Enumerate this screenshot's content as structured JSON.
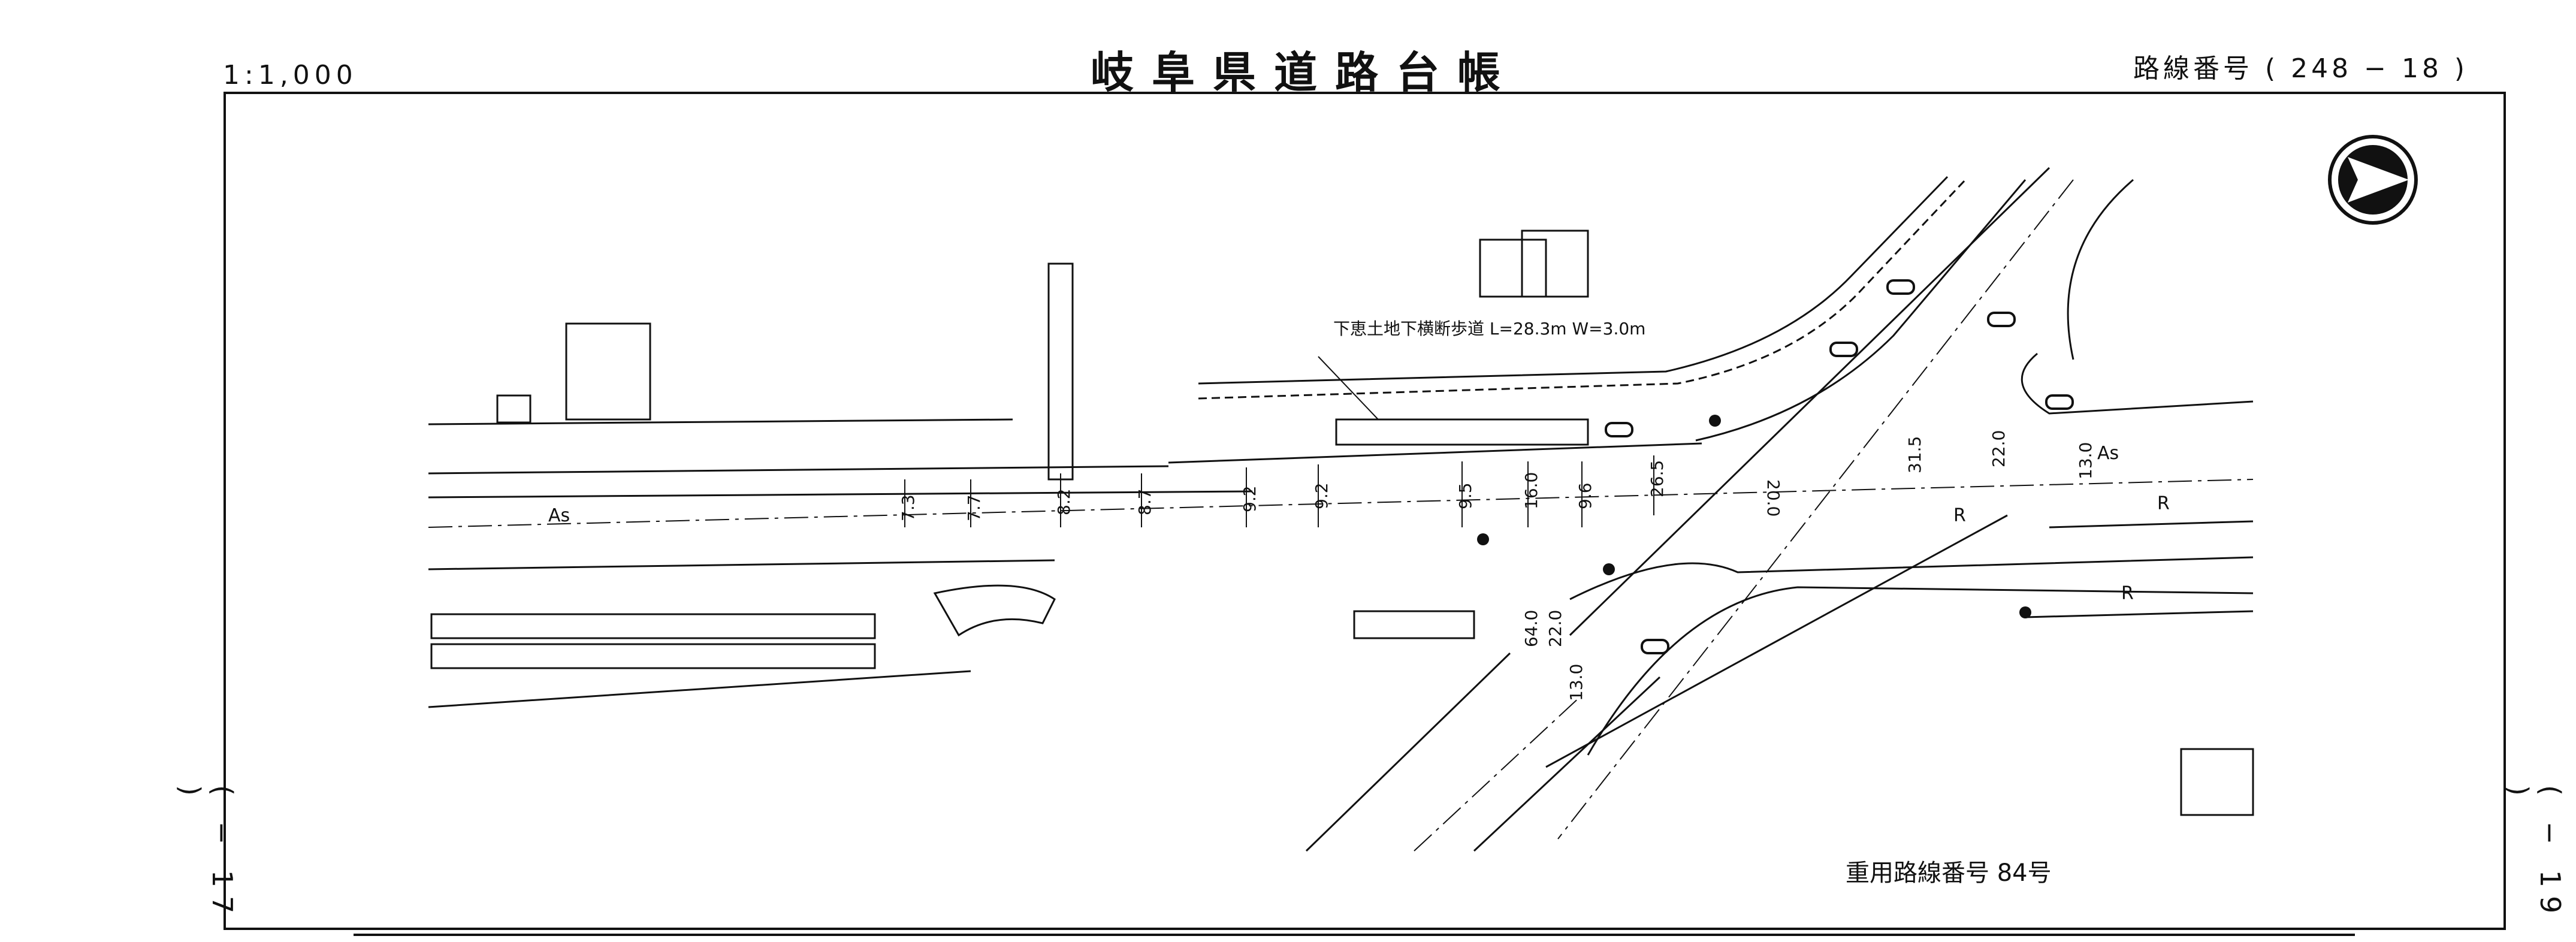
{
  "header": {
    "scale": "1:1,000",
    "title": "岐阜県道路台帳",
    "route_number": "路線番号 ( 248 − 18 )"
  },
  "margins": {
    "prev_page": "( − 17 )",
    "next_page": "( − 19 )"
  },
  "map": {
    "orientation_icon": "north-arrow-icon",
    "underpass_label": "下恵土地下横断歩道 L=28.3m W=3.0m",
    "pavement_labels": [
      "As",
      "As"
    ],
    "road_marks": [
      "R",
      "R",
      "R"
    ],
    "width_labels": [
      "7.3",
      "7.7",
      "8.2",
      "8.7",
      "9.2",
      "9.2",
      "9.5",
      "16.0",
      "9.6",
      "26.5",
      "20.0",
      "31.5",
      "22.0",
      "13.0",
      "64.0",
      "22.0",
      "13.0"
    ],
    "overlap_route_label": "重用路線番号 84号",
    "color_line": "#111111"
  }
}
